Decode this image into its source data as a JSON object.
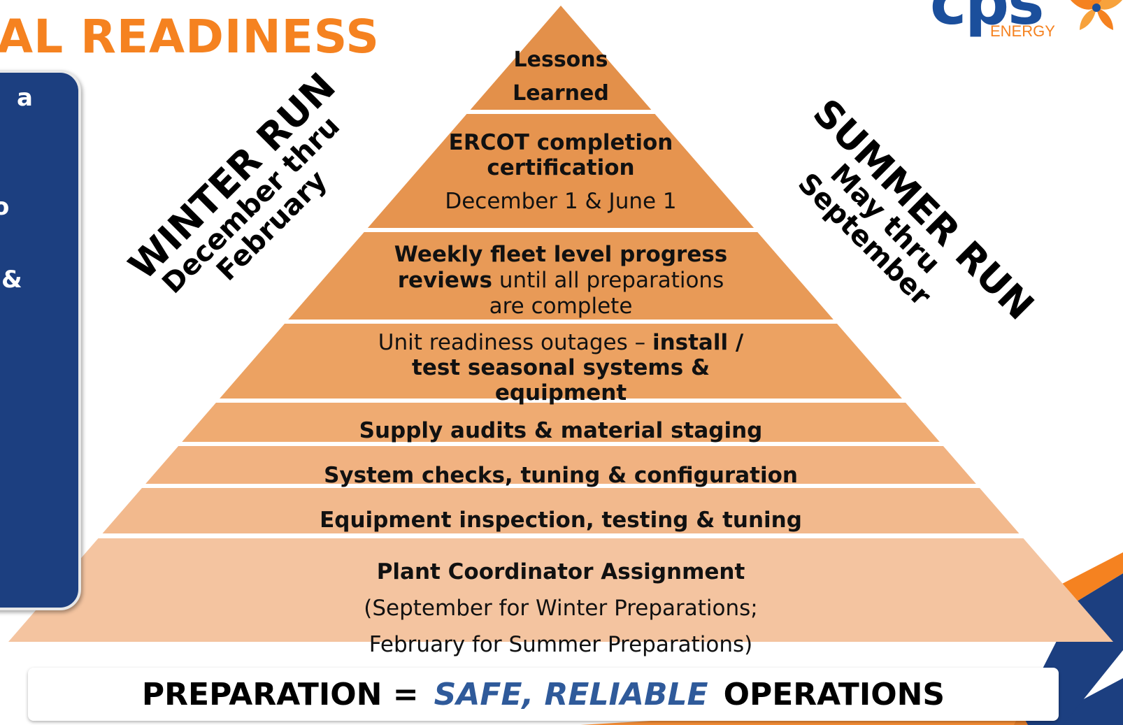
{
  "title": "AL READINESS",
  "side_panel": {
    "fragments": [
      "a",
      "o",
      "&"
    ]
  },
  "logo": {
    "wordmark": "cps",
    "sub": "ENERGY"
  },
  "colors": {
    "title": "#f58220",
    "panel": "#1c3f80",
    "banner_accent": "#2f5a9a",
    "tiers": [
      "#e3904a",
      "#e6944f",
      "#e89a57",
      "#eca262",
      "#efab72",
      "#f1b281",
      "#f2b98d",
      "#f4c4a0"
    ]
  },
  "pyramid": {
    "tiers": [
      {
        "lines": [
          [
            "Lessons"
          ],
          [
            "Learned"
          ]
        ],
        "bold": true
      },
      {
        "lines": [
          [
            "ERCOT completion"
          ],
          [
            "certification"
          ],
          [
            "December 1 & June 1"
          ]
        ],
        "bold_lines": [
          0,
          1
        ]
      },
      {
        "bold_parts": [
          "Weekly fleet level progress",
          "reviews"
        ],
        "plain_parts": [
          " until all preparations",
          "are complete"
        ]
      },
      {
        "plain_parts": [
          "Unit readiness outages – "
        ],
        "bold_parts": [
          "install  /",
          "test seasonal systems  &",
          "equipment"
        ]
      },
      {
        "text": "Supply audits & material staging"
      },
      {
        "text": "System checks, tuning & configuration"
      },
      {
        "text": "Equipment inspection,  testing & tuning"
      },
      {
        "bold": "Plant Coordinator Assignment",
        "plain_lines": [
          "(September for Winter Preparations;",
          "February for Summer Preparations)"
        ]
      }
    ]
  },
  "winter_run": {
    "title": "WINTER RUN",
    "period_lines": [
      "December  thru",
      "February"
    ]
  },
  "summer_run": {
    "title": "SUMMER RUN",
    "period_lines": [
      "May thru",
      "September"
    ]
  },
  "banner": {
    "left": "PREPARATION  =",
    "accent": "SAFE, RELIABLE",
    "right": "OPERATIONS"
  }
}
